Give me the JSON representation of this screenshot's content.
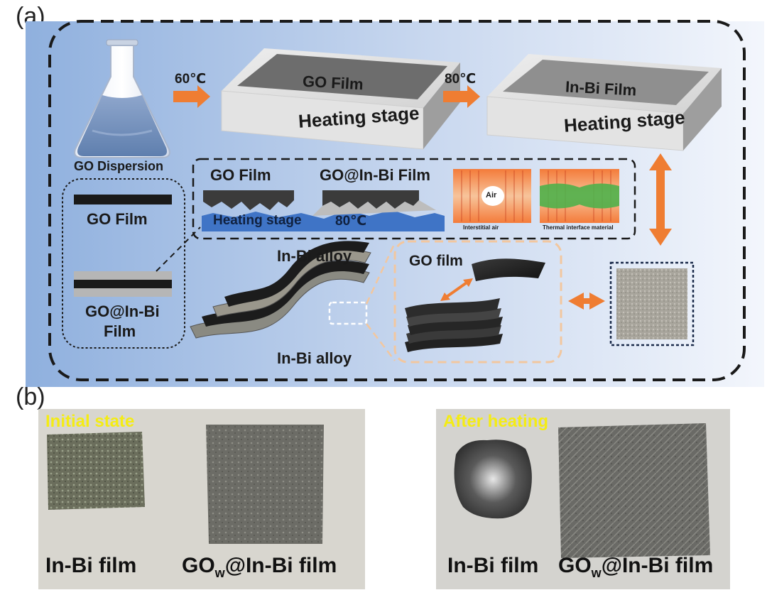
{
  "panel_a": {
    "letter": "(a)",
    "temp_step1": "60℃",
    "temp_step2": "80℃",
    "flask_label": "GO Dispersion",
    "stage1_film_label": "GO Film",
    "stage1_base_label": "Heating stage",
    "stage2_film_label": "In-Bi Film",
    "stage2_base_label": "Heating stage",
    "left_box": {
      "top_label": "GO Film",
      "bottom_label_line1": "GO@In-Bi",
      "bottom_label_line2": "Film"
    },
    "inset": {
      "go_film_label": "GO Film",
      "composite_label": "GO@In-Bi Film",
      "heating_label": "Heating stage",
      "temp_label": "80℃",
      "air_label": "Air",
      "interstitial_label": "Interstitial air",
      "tim_label": "Thermal interface material"
    },
    "layers": {
      "top_alloy_label": "In-Bi alloy",
      "bottom_alloy_label": "In-Bi alloy",
      "go_film_label": "GO film"
    }
  },
  "panel_b": {
    "letter": "(b)",
    "left_photo": {
      "title": "Initial state",
      "caption_left": "In-Bi film",
      "caption_right_main": "GO",
      "caption_right_sub": "w",
      "caption_right_tail": "@In-Bi film"
    },
    "right_photo": {
      "title": "After heating",
      "caption_left": "In-Bi film",
      "caption_right_main": "GO",
      "caption_right_sub": "w",
      "caption_right_tail": "@In-Bi film"
    }
  },
  "colors": {
    "arrow": "#ef7d32",
    "panel_bg_left": "#8fb0de",
    "panel_bg_right": "#f3f6fc",
    "photo_bg": "#d8d6cf",
    "title_yellow": "#f4ec14"
  }
}
